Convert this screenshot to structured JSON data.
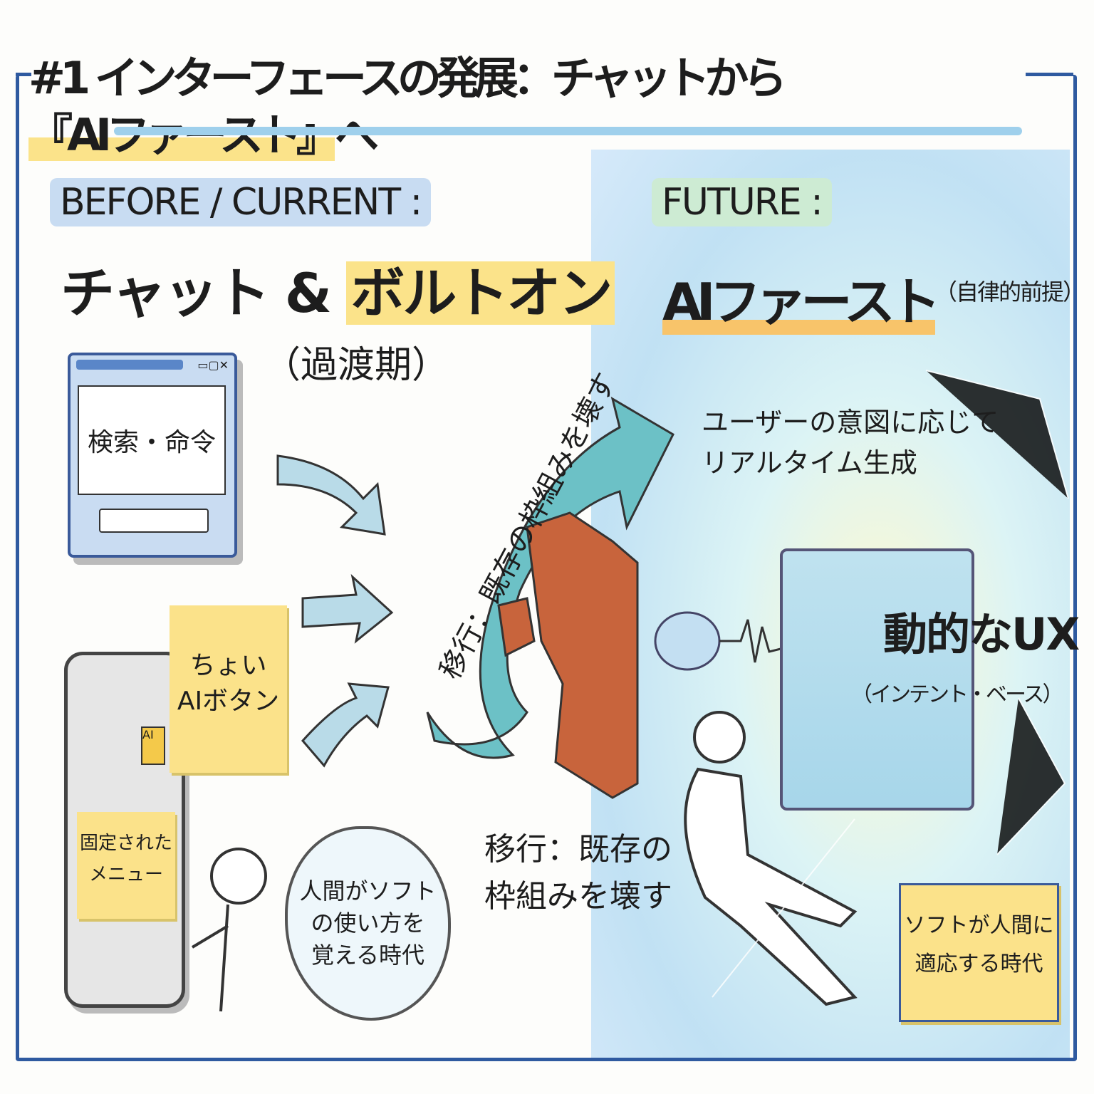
{
  "title": {
    "prefix": "#1 インターフェースの発展：チャットから",
    "highlight": "『AIファースト』",
    "suffix": "へ"
  },
  "before": {
    "tag": "BEFORE / CURRENT :",
    "heading_a": "チャット & ",
    "heading_b": "ボルトオン",
    "sub": "（過渡期）",
    "window_text": "検索・命令",
    "sticky_ai": "ちょい AIボタン",
    "ai_chip": "AI",
    "sticky_menu": "固定された メニュー",
    "thought": "人間がソフト の使い方を 覚える時代"
  },
  "transition": {
    "arrow_label": "移行：既存の枠組みを壊す",
    "caption": "移行：既存の 枠組みを壊す"
  },
  "future": {
    "tag": "FUTURE :",
    "heading": "AIファースト",
    "sub": "（自律的前提）",
    "generation": "ユーザーの意図に応じて リアルタイム生成",
    "dynamic_ux": "動的なUX",
    "dynamic_ux_sub": "（インテント・ベース）",
    "sticky_adapt": "ソフトが人間に 適応する時代"
  },
  "colors": {
    "frame": "#2f5aa0",
    "highlight": "#fbe38a",
    "underline": "#9fd0ec",
    "arrow": "#5fb7c9",
    "brick": "#c8643c"
  }
}
